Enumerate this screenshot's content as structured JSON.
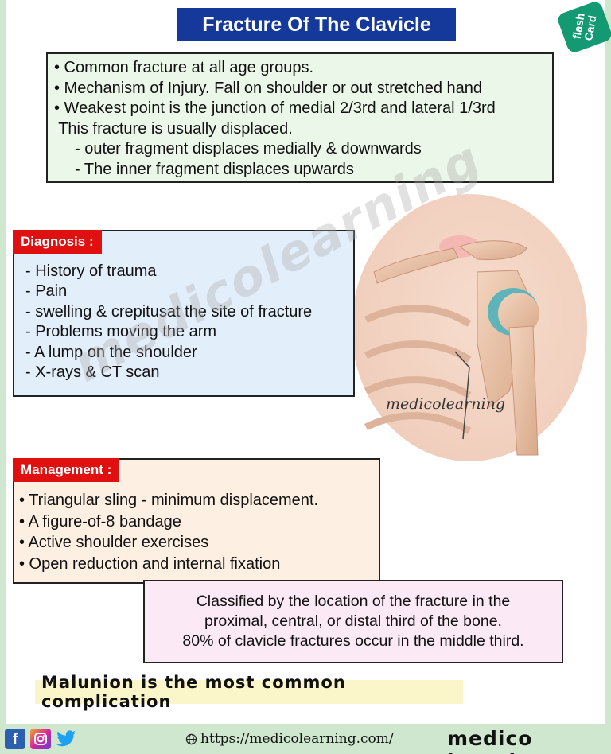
{
  "title": "Fracture Of The Clavicle",
  "flash_card": "flash Card",
  "intro": {
    "bullets": [
      "• Common fracture at all age groups.",
      "• Mechanism of Injury. Fall on shoulder or out stretched hand",
      "• Weakest point is the junction of medial 2/3rd and lateral 1/3rd"
    ],
    "note": " This fracture is usually displaced.",
    "subs": [
      "- outer fragment displaces medially & downwards",
      "- The inner fragment displaces upwards"
    ]
  },
  "diagnosis": {
    "tag": "Diagnosis :",
    "items": [
      "- History of trauma",
      "- Pain",
      "- swelling & crepitusat the site of fracture",
      "- Problems moving the arm",
      "- A lump on the shoulder",
      "- X-rays & CT scan"
    ]
  },
  "management": {
    "tag": "Management :",
    "items": [
      "• Triangular sling - minimum displacement.",
      "• A figure-of-8 bandage",
      "• Active shoulder exercises",
      "• Open reduction and internal fixation"
    ]
  },
  "classification": {
    "lines": [
      "Classified by the location of the fracture in the",
      "proximal, central, or distal third of the bone.",
      "80% of clavicle fractures occur in the middle third."
    ]
  },
  "complication": "Malunion is the most common complication",
  "watermark": "medicolearning",
  "illustration_label": "medicolearning",
  "footer": {
    "url": "https://medicolearning.com/",
    "brand": "medico learning",
    "icons": [
      "facebook-icon",
      "instagram-icon",
      "twitter-icon",
      "globe-icon"
    ]
  },
  "colors": {
    "title_bg": "#14399a",
    "tag_bg": "#e01010",
    "intro_bg": "#ebf7e8",
    "diagnosis_bg": "#e3eefb",
    "management_bg": "#fdf0e2",
    "classification_bg": "#fbeaf5",
    "complication_bg": "#fbf6c9",
    "footer_bg": "#cfe7cf"
  }
}
